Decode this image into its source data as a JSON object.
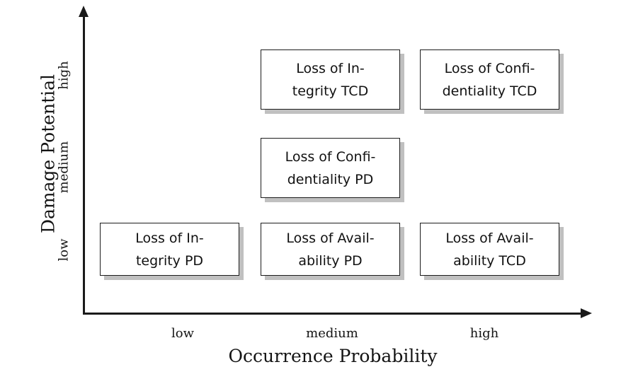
{
  "chart_data": {
    "type": "table",
    "title": "",
    "xlabel": "Occurrence Probability",
    "ylabel": "Damage Potential",
    "x_ticks": [
      "low",
      "medium",
      "high"
    ],
    "y_ticks": [
      "low",
      "medium",
      "high"
    ],
    "grid": false,
    "legend": "none",
    "cells": [
      {
        "id": "integrity-tcd",
        "x": "medium",
        "y": "high",
        "line1": "Loss of In-",
        "line2": "tegrity TCD"
      },
      {
        "id": "confidentiality-tcd",
        "x": "high",
        "y": "high",
        "line1": "Loss of Confi-",
        "line2": "dentiality TCD"
      },
      {
        "id": "confidentiality-pd",
        "x": "medium",
        "y": "medium",
        "line1": "Loss of Confi-",
        "line2": "dentiality PD"
      },
      {
        "id": "integrity-pd",
        "x": "low",
        "y": "low",
        "line1": "Loss of In-",
        "line2": "tegrity PD"
      },
      {
        "id": "availability-pd",
        "x": "medium",
        "y": "low",
        "line1": "Loss of Avail-",
        "line2": "ability PD"
      },
      {
        "id": "availability-tcd",
        "x": "high",
        "y": "low",
        "line1": "Loss of Avail-",
        "line2": "ability TCD"
      }
    ]
  },
  "axes": {
    "y_title": "Damage Potential",
    "x_title": "Occurrence Probability",
    "y_ticks": {
      "high": "high",
      "medium": "medium",
      "low": "low"
    },
    "x_ticks": {
      "low": "low",
      "medium": "medium",
      "high": "high"
    }
  },
  "colors": {
    "axis": "#1a1a1a",
    "cell_border": "#1c1c1c",
    "cell_fill": "#ffffff",
    "cell_shadow": "#c0c0c0",
    "text": "#111111",
    "background": "#ffffff"
  }
}
